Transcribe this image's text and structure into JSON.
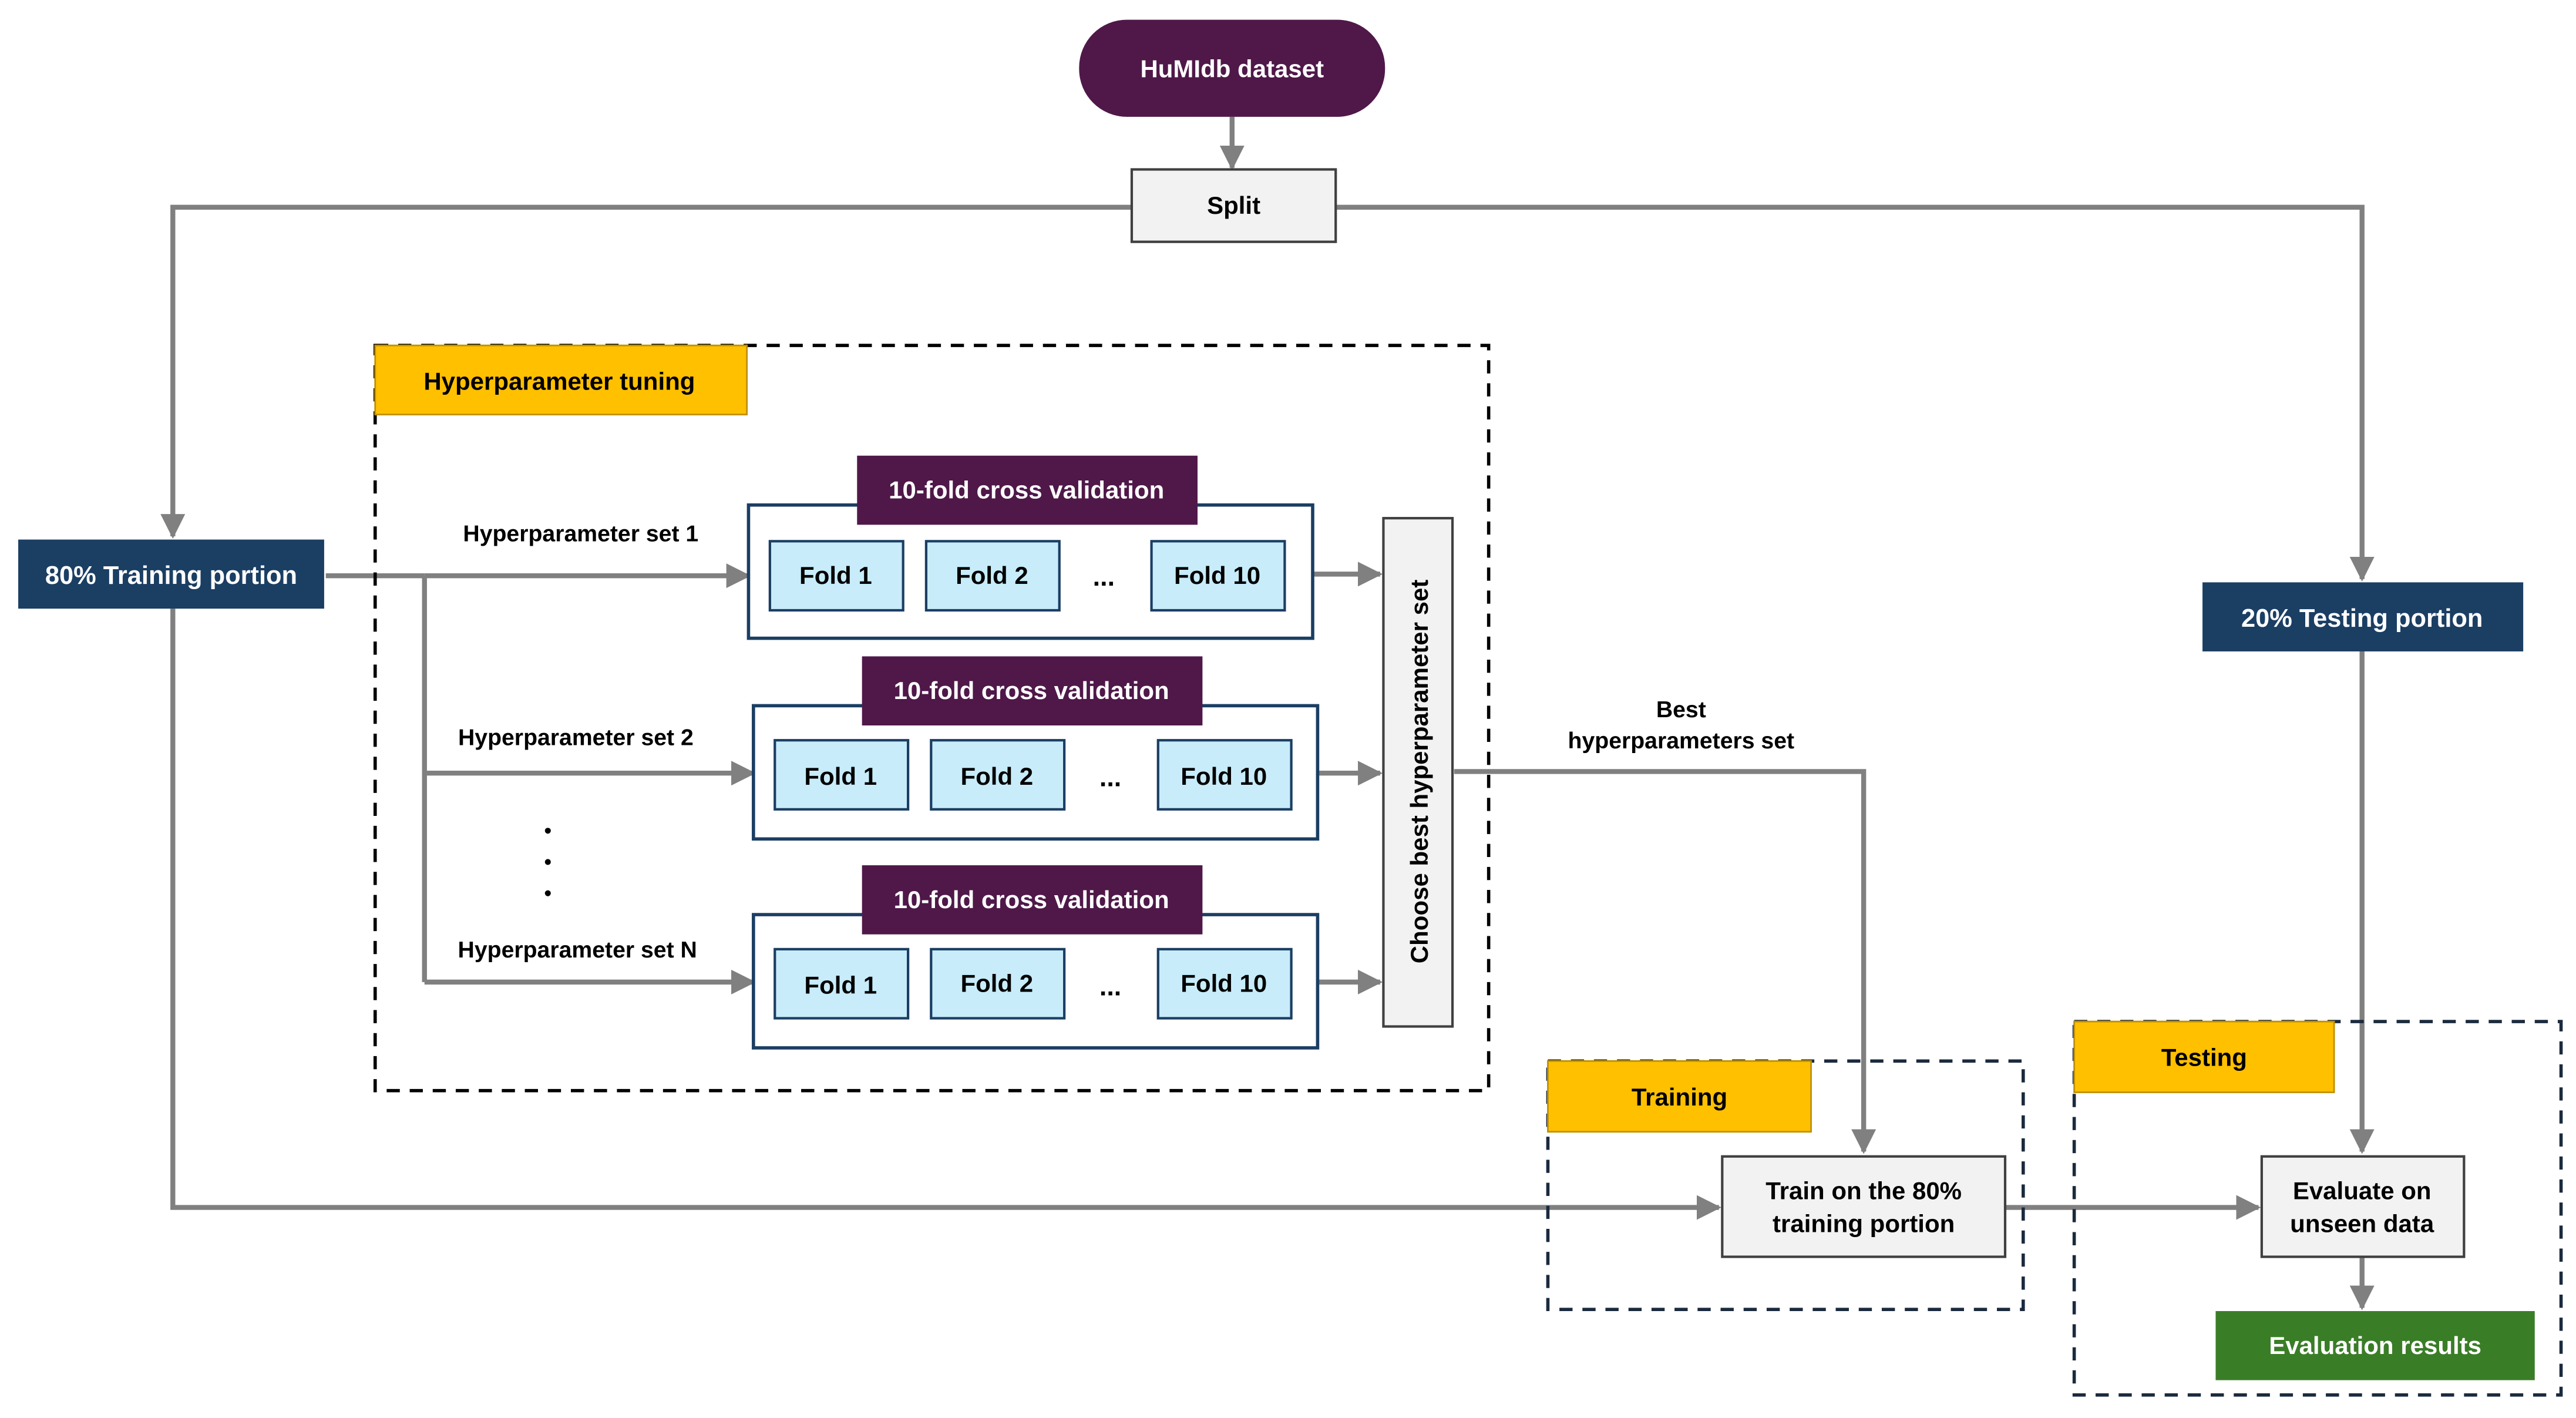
{
  "source": "HuMIdb dataset",
  "split": "Split",
  "training_portion": "80% Training portion",
  "testing_portion": "20% Testing portion",
  "tuning": {
    "title": "Hyperparameter tuning",
    "sets": [
      {
        "label": "Hyperparameter set 1",
        "cv_title": "10-fold cross validation",
        "folds": [
          "Fold 1",
          "Fold 2",
          "Fold 10"
        ]
      },
      {
        "label": "Hyperparameter set 2",
        "cv_title": "10-fold cross validation",
        "folds": [
          "Fold 1",
          "Fold 2",
          "Fold 10"
        ]
      },
      {
        "label": "Hyperparameter set N",
        "cv_title": "10-fold cross validation",
        "folds": [
          "Fold 1",
          "Fold 2",
          "Fold 10"
        ]
      }
    ],
    "ellipsis": "...",
    "vertical_ellipsis": ". . ."
  },
  "choose_best": "Choose best hyperparameter set",
  "best_label": [
    "Best",
    "hyperparameters set"
  ],
  "training": {
    "title": "Training",
    "box": [
      "Train on the 80%",
      "training portion"
    ]
  },
  "testing": {
    "title": "Testing",
    "box": [
      "Evaluate on",
      "unseen data"
    ]
  },
  "results": "Evaluation results",
  "colors": {
    "purple": "#4f1849",
    "navy": "#1b3e63",
    "gold": "#ffc000",
    "green": "#3a7d27",
    "fold": "#c8ecfa",
    "gray": "#f2f2f2",
    "line": "#808080"
  }
}
